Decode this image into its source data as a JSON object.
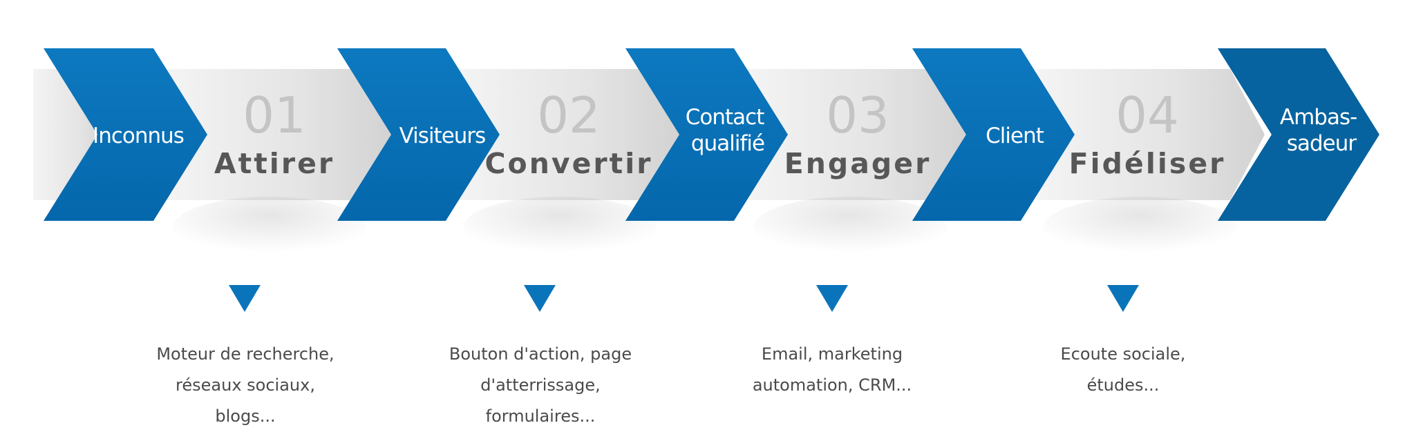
{
  "colors": {
    "chevron_blue": "#0a74bb",
    "chevron_blue_dark": "#005a96",
    "band_grey": "#e2e2e2",
    "number_grey": "#c4c4c4",
    "name_grey": "#575757",
    "text_grey": "#4a4a4a"
  },
  "chevrons": [
    {
      "lines": [
        "Inconnus"
      ]
    },
    {
      "lines": [
        "Visiteurs"
      ]
    },
    {
      "lines": [
        "Contact",
        "qualifié"
      ]
    },
    {
      "lines": [
        "Client"
      ]
    },
    {
      "lines": [
        "Ambas-",
        "sadeur"
      ]
    }
  ],
  "steps": [
    {
      "number": "01",
      "name": "Attirer",
      "marker_icon": "triangle-down-icon",
      "description": [
        "Moteur de recherche,",
        "réseaux sociaux,",
        "blogs..."
      ]
    },
    {
      "number": "02",
      "name": "Convertir",
      "marker_icon": "triangle-down-icon",
      "description": [
        "Bouton d'action, page",
        "d'atterrissage,",
        "formulaires..."
      ]
    },
    {
      "number": "03",
      "name": "Engager",
      "marker_icon": "triangle-down-icon",
      "description": [
        "Email, marketing",
        "automation, CRM..."
      ]
    },
    {
      "number": "04",
      "name": "Fidéliser",
      "marker_icon": "triangle-down-icon",
      "description": [
        "Ecoute sociale,",
        "études..."
      ]
    }
  ]
}
